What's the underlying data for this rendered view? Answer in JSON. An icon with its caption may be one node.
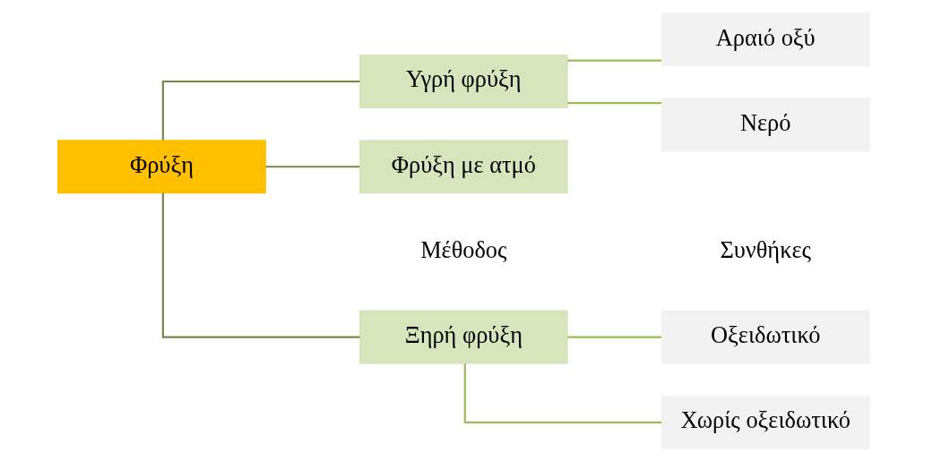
{
  "diagram": {
    "nodes": [
      {
        "text": [
          "Φρύξη"
        ]
      },
      {
        "text": [
          "Ξηρή φρύξη"
        ]
      },
      {
        "text": [
          "Υγρή φρύξη"
        ]
      },
      {
        "text": [
          "Φρύξη με ατμό"
        ]
      },
      {
        "text": [
          "Χωρίς οξειδωτικό"
        ]
      },
      {
        "text": [
          "Οξειδωτικό"
        ]
      },
      {
        "text": [
          "Νερό"
        ]
      },
      {
        "text": [
          "Αραιό οξύ"
        ]
      }
    ],
    "edges": [
      {
        "from": 0,
        "to": 1,
        "arrow": "none",
        "color": "#76884a"
      },
      {
        "from": 0,
        "to": 2,
        "arrow": "none",
        "color": "#76884a"
      },
      {
        "from": 0,
        "to": 3,
        "arrow": "none",
        "color": "#76884a"
      },
      {
        "from": 1,
        "to": 4,
        "arrow": "none"
      },
      {
        "from": 1,
        "to": 5,
        "arrow": "none"
      },
      {
        "from": 2,
        "to": 6,
        "arrow": "none"
      },
      {
        "from": 2,
        "to": 7,
        "arrow": "none"
      }
    ],
    "labels": [
      "Μέθοδος",
      "Συνθήκες"
    ]
  }
}
